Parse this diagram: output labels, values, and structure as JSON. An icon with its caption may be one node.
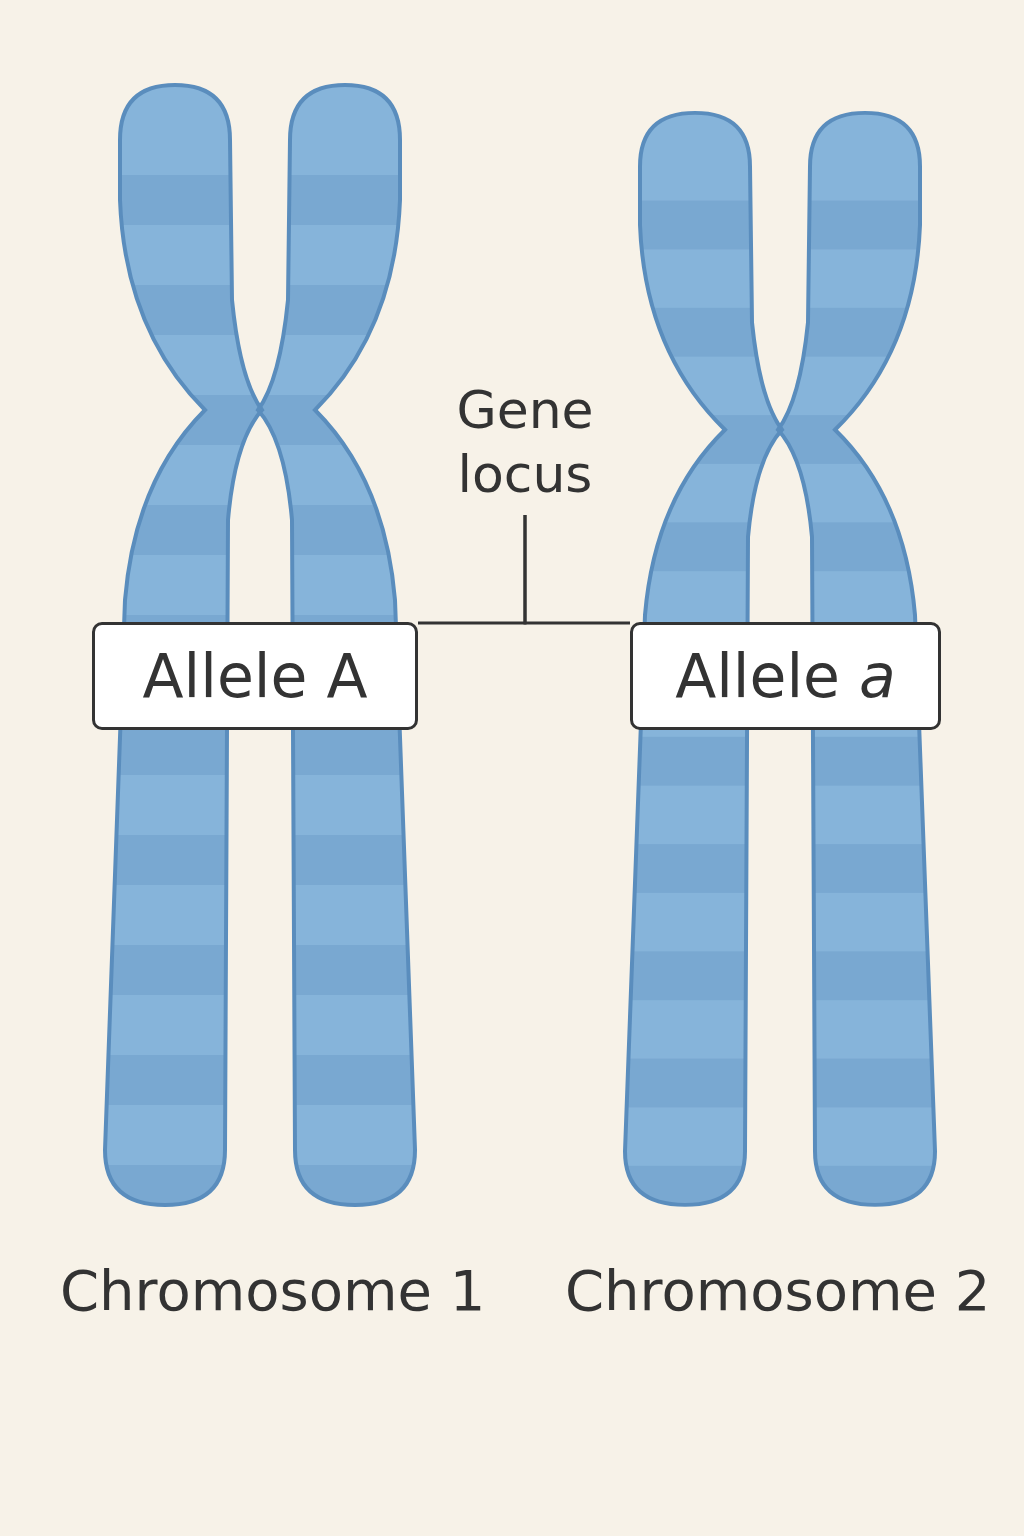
{
  "diagram": {
    "nodes": [
      {
        "text": [
          "Gene locus"
        ]
      },
      {
        "text": [
          "Allele A"
        ]
      },
      {
        "text": [
          "Allele *a*"
        ]
      }
    ],
    "edges": [
      {
        "from": 0,
        "to": 1,
        "arrow": "none"
      },
      {
        "from": 0,
        "to": 2,
        "arrow": "none"
      }
    ],
    "labels": [
      "Chromosome 1",
      "Chromosome 2"
    ]
  }
}
